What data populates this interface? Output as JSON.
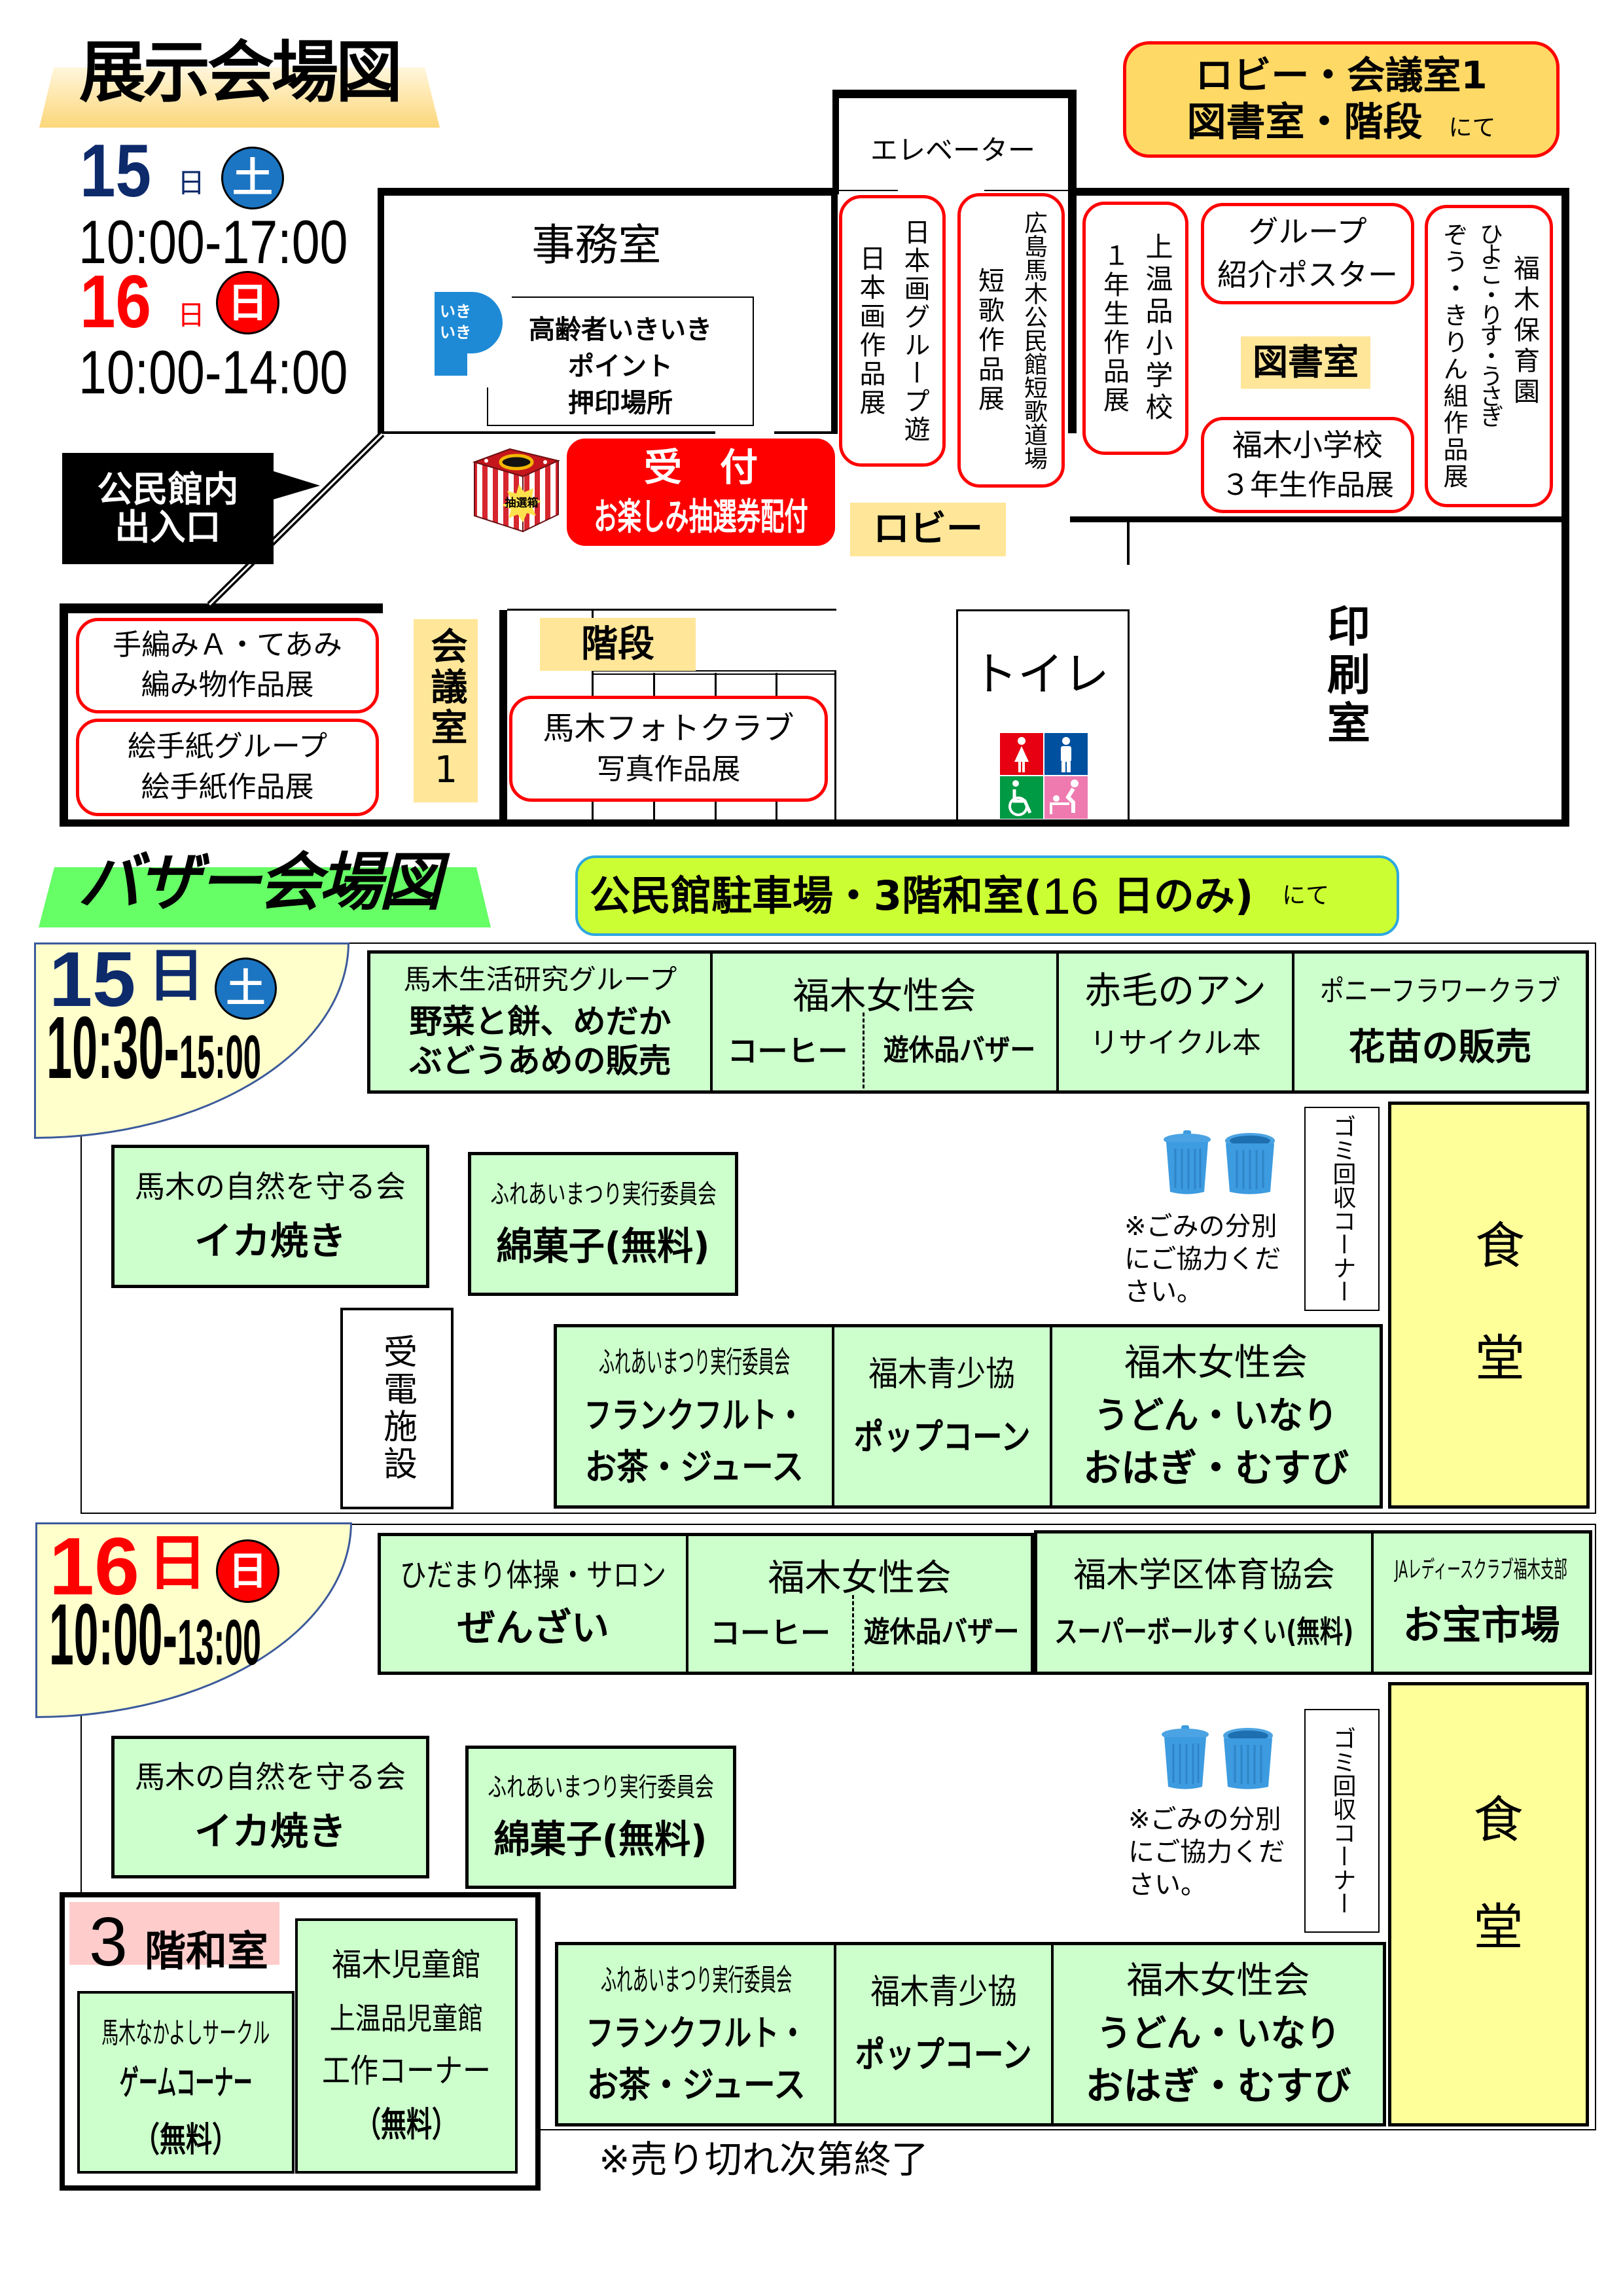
{
  "colors": {
    "saturday_navy": "#0D2A6B",
    "saturday_badge": "#1B75C2",
    "sunday_red": "#FF0000",
    "exhibit_border": "#FF0000",
    "room_label": "#FFE699",
    "venue_note_bg": "#FFD966",
    "stall_green": "#CCFFCC",
    "food_hall_yellow": "#FFFF99",
    "location_note_bg": "#CCFF33",
    "location_note_border": "#2EA7E0",
    "day_label_bg": "#FFFFCC",
    "washitsu_label_bg": "#FFCCCC",
    "bazaar_banner": "#66FF66",
    "exhibit_banner": "#FCD77C",
    "reception_red": "#FF0000"
  },
  "exhibit": {
    "title": "展示会場図",
    "schedule": [
      {
        "day": "15",
        "unit": "日",
        "weekday": "土",
        "hours": "10:00-17:00"
      },
      {
        "day": "16",
        "unit": "日",
        "weekday": "日",
        "hours": "10:00-14:00"
      }
    ],
    "venue_note": {
      "line1": "ロビー・会議室1",
      "line2": "図書室・階段",
      "suffix": "にて"
    },
    "entrance": {
      "line1": "公民館内",
      "line2": "出入口"
    },
    "rooms": {
      "office": "事務室",
      "elevator": "エレベーター",
      "library": "図書室",
      "lobby": "ロビー",
      "meeting_room": "会議室",
      "meeting_room_no": "1",
      "stairs": "階段",
      "toilet": "トイレ",
      "print_room": "印刷室"
    },
    "ikiiki_point": {
      "icon_text": [
        "いき",
        "いき"
      ],
      "lines": [
        "高齢者いきいき",
        "ポイント",
        "押印場所"
      ]
    },
    "lottery_box_label": "抽選箱",
    "reception": {
      "title": "受　付",
      "subtitle": "お楽しみ抽選券配付"
    },
    "toilet_icons": [
      "female-toilet-icon",
      "male-toilet-icon",
      "accessible-toilet-icon",
      "baby-changing-icon"
    ],
    "exhibits": [
      {
        "lines": [
          "日本画グループ遊",
          "日本画作品展"
        ]
      },
      {
        "lines": [
          "広島馬木公民館短歌道場",
          "短歌作品展"
        ]
      },
      {
        "lines": [
          "上温品小学校",
          "１年生作品展"
        ]
      },
      {
        "lines": [
          "グループ",
          "紹介ポスター"
        ]
      },
      {
        "lines": [
          "福木小学校",
          "３年生作品展"
        ]
      },
      {
        "lines": [
          "福木保育園",
          "ひよこ・りす・うさぎ",
          "ぞう・きりん組作品展"
        ]
      },
      {
        "lines": [
          "手編みＡ・てあみ",
          "編み物作品展"
        ]
      },
      {
        "lines": [
          "絵手紙グループ",
          "絵手紙作品展"
        ]
      },
      {
        "lines": [
          "馬木フォトクラブ",
          "写真作品展"
        ]
      }
    ]
  },
  "bazaar": {
    "title": "バザー会場図",
    "location_note": {
      "prefix": "公民館駐車場・3階和室(",
      "highlight": "16",
      "rest": " 日のみ)",
      "suffix": "にて"
    },
    "days": [
      {
        "day": "15",
        "unit": "日",
        "weekday": "土",
        "hours_start": "10:30-",
        "hours_end": "15:00",
        "top_row": [
          {
            "lines": [
              "馬木生活研究グループ",
              "野菜と餅、めだか",
              "ぶどうあめの販売"
            ]
          },
          {
            "lines": [
              "福木女性会"
            ],
            "split": [
              "コーヒー",
              "遊休品バザー"
            ]
          },
          {
            "lines": [
              "赤毛のアン",
              "リサイクル本"
            ]
          },
          {
            "lines": [
              "ポニーフラワークラブ",
              "花苗の販売"
            ]
          }
        ],
        "middle": [
          {
            "lines": [
              "馬木の自然を守る会",
              "イカ焼き"
            ]
          },
          {
            "lines": [
              "ふれあいまつり実行委員会",
              "綿菓子(無料)"
            ]
          }
        ],
        "power_facility": "受電施設",
        "trash_note": [
          "※ごみの分別",
          "にご協力くだ",
          "さい。"
        ],
        "trash_corner": "ゴミ回収コーナー",
        "food_hall": [
          "食",
          "堂"
        ],
        "bottom_row": [
          {
            "lines": [
              "ふれあいまつり実行委員会",
              "フランクフルト・",
              "お茶・ジュース"
            ]
          },
          {
            "lines": [
              "福木青少協",
              "ポップコーン"
            ]
          },
          {
            "lines": [
              "福木女性会",
              "うどん・いなり",
              "おはぎ・むすび"
            ]
          }
        ]
      },
      {
        "day": "16",
        "unit": "日",
        "weekday": "日",
        "hours_start": "10:00-",
        "hours_end": "13:00",
        "top_row": [
          {
            "lines": [
              "ひだまり体操・サロン",
              "ぜんざい"
            ]
          },
          {
            "lines": [
              "福木女性会"
            ],
            "split": [
              "コーヒー",
              "遊休品バザー"
            ]
          },
          {
            "lines": [
              "福木学区体育協会",
              "スーパーボールすくい(無料)"
            ]
          },
          {
            "lines": [
              "JAレディースクラブ福木支部",
              "お宝市場"
            ]
          }
        ],
        "middle": [
          {
            "lines": [
              "馬木の自然を守る会",
              "イカ焼き"
            ]
          },
          {
            "lines": [
              "ふれあいまつり実行委員会",
              "綿菓子(無料)"
            ]
          }
        ],
        "trash_note": [
          "※ごみの分別",
          "にご協力くだ",
          "さい。"
        ],
        "trash_corner": "ゴミ回収コーナー",
        "food_hall": [
          "食",
          "堂"
        ],
        "bottom_row": [
          {
            "lines": [
              "ふれあいまつり実行委員会",
              "フランクフルト・",
              "お茶・ジュース"
            ]
          },
          {
            "lines": [
              "福木青少協",
              "ポップコーン"
            ]
          },
          {
            "lines": [
              "福木女性会",
              "うどん・いなり",
              "おはぎ・むすび"
            ]
          }
        ],
        "washitsu": {
          "floor": "3",
          "label": "階和室",
          "booths": [
            {
              "lines": [
                "馬木なかよしサークル",
                "ゲームコーナー",
                "（無料）"
              ]
            },
            {
              "lines": [
                "福木児童館",
                "上温品児童館",
                "工作コーナー",
                "（無料）"
              ]
            }
          ]
        }
      }
    ],
    "footnote": "※売り切れ次第終了"
  }
}
